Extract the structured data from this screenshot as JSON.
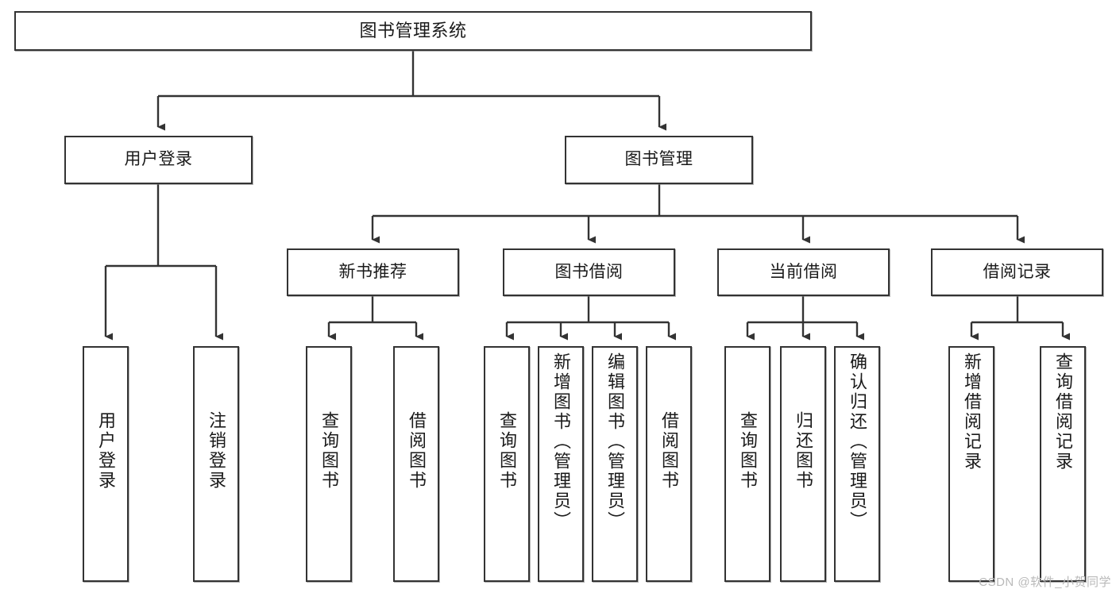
{
  "diagram": {
    "title": "图书管理系统",
    "type": "function-structure-tree",
    "watermark": "CSDN @软件_小贺同学",
    "colors": {
      "stroke": "#333333",
      "fill": "#ffffff",
      "text": "#1a1a1a",
      "watermark": "#b9b9b9"
    },
    "levels": {
      "level1": [
        "图书管理系统"
      ],
      "level2": [
        "用户登录",
        "图书管理"
      ],
      "level3": [
        "新书推荐",
        "图书借阅",
        "当前借阅",
        "借阅记录"
      ],
      "level4": [
        "用户登录",
        "注销登录",
        "查询图书",
        "借阅图书",
        "查询图书",
        "新增图书（管理员）",
        "编辑图书（管理员）",
        "借阅图书",
        "查询图书",
        "归还图书",
        "确认归还（管理员）",
        "新增借阅记录",
        "查询借阅记录"
      ]
    },
    "nodes": {
      "root": {
        "label": "图书管理系统"
      },
      "user_login": {
        "label": "用户登录"
      },
      "book_manage": {
        "label": "图书管理"
      },
      "new_book_rec": {
        "label": "新书推荐"
      },
      "book_borrow": {
        "label": "图书借阅"
      },
      "current_borrow": {
        "label": "当前借阅"
      },
      "borrow_record": {
        "label": "借阅记录"
      },
      "leaf_user_login": {
        "label": "用户登录"
      },
      "leaf_logout": {
        "label": "注销登录"
      },
      "leaf_query_book_1": {
        "label": "查询图书"
      },
      "leaf_borrow_book_1": {
        "label": "借阅图书"
      },
      "leaf_query_book_2": {
        "label": "查询图书"
      },
      "leaf_add_book": {
        "label": "新增图书（管理员）"
      },
      "leaf_edit_book": {
        "label": "编辑图书（管理员）"
      },
      "leaf_borrow_book_2": {
        "label": "借阅图书"
      },
      "leaf_query_book_3": {
        "label": "查询图书"
      },
      "leaf_return_book": {
        "label": "归还图书"
      },
      "leaf_confirm_return": {
        "label": "确认归还（管理员）"
      },
      "leaf_add_record": {
        "label": "新增借阅记录"
      },
      "leaf_query_record": {
        "label": "查询借阅记录"
      }
    },
    "edges": [
      {
        "from": "root",
        "to": "user_login"
      },
      {
        "from": "root",
        "to": "book_manage"
      },
      {
        "from": "user_login",
        "to": "leaf_user_login"
      },
      {
        "from": "user_login",
        "to": "leaf_logout"
      },
      {
        "from": "book_manage",
        "to": "new_book_rec"
      },
      {
        "from": "book_manage",
        "to": "book_borrow"
      },
      {
        "from": "book_manage",
        "to": "current_borrow"
      },
      {
        "from": "book_manage",
        "to": "borrow_record"
      },
      {
        "from": "new_book_rec",
        "to": "leaf_query_book_1"
      },
      {
        "from": "new_book_rec",
        "to": "leaf_borrow_book_1"
      },
      {
        "from": "book_borrow",
        "to": "leaf_query_book_2"
      },
      {
        "from": "book_borrow",
        "to": "leaf_add_book"
      },
      {
        "from": "book_borrow",
        "to": "leaf_edit_book"
      },
      {
        "from": "book_borrow",
        "to": "leaf_borrow_book_2"
      },
      {
        "from": "current_borrow",
        "to": "leaf_query_book_3"
      },
      {
        "from": "current_borrow",
        "to": "leaf_return_book"
      },
      {
        "from": "current_borrow",
        "to": "leaf_confirm_return"
      },
      {
        "from": "borrow_record",
        "to": "leaf_add_record"
      },
      {
        "from": "borrow_record",
        "to": "leaf_query_record"
      }
    ]
  }
}
